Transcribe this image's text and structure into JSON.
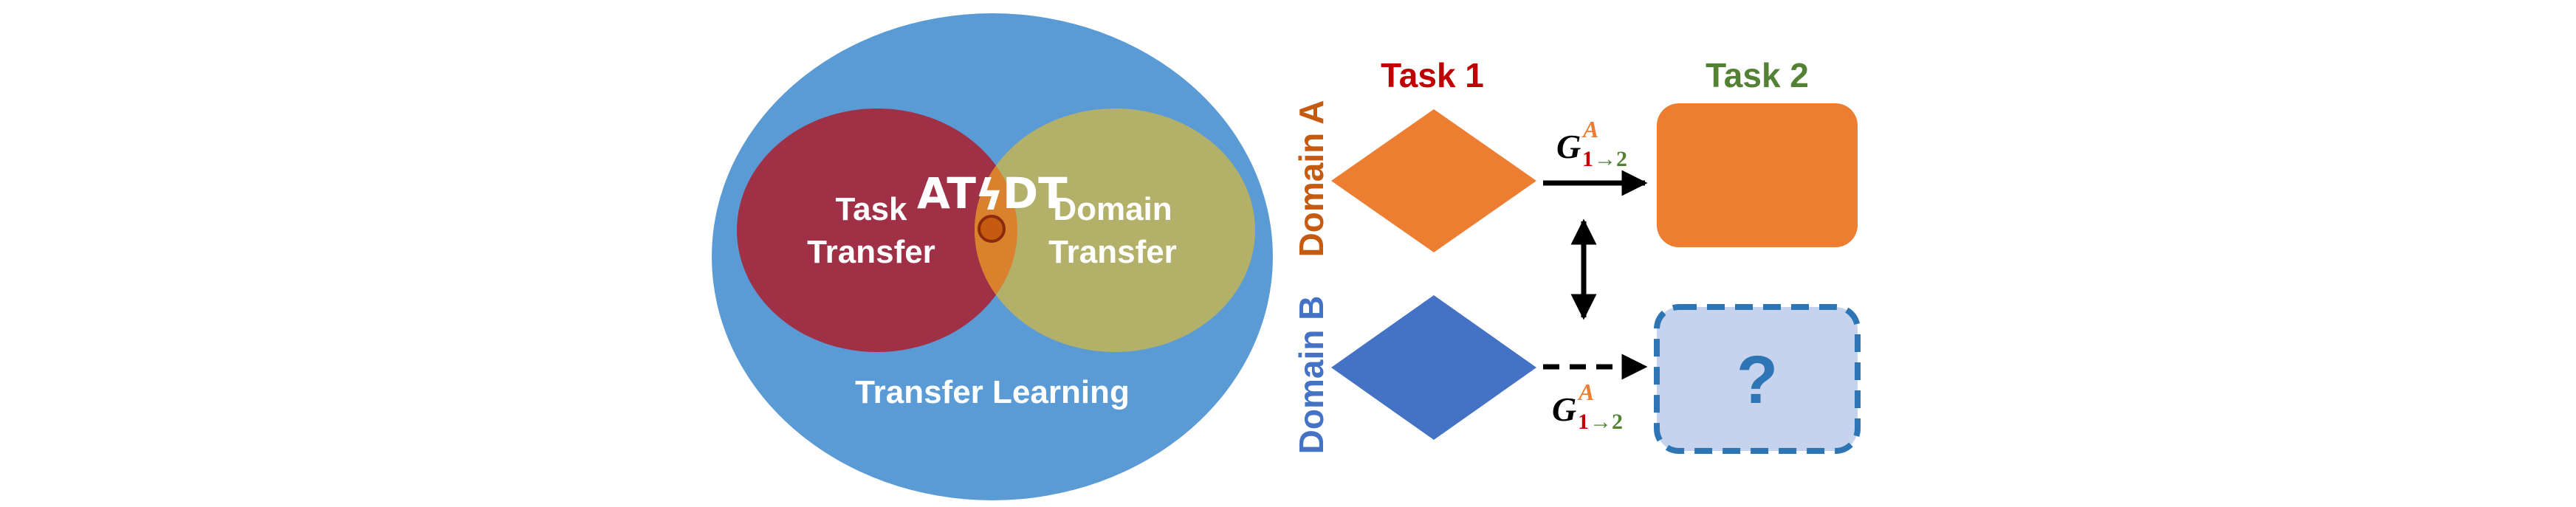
{
  "colors": {
    "outer_circle": "#5a9bd5",
    "task_circle": "#a03045",
    "domain_circle": "#b3b06a",
    "overlap": "#d9812c",
    "orange": "#ed7d31",
    "blue": "#4472c4",
    "task1": "#c00000",
    "task2": "#548235",
    "domain_a": "#c55a11",
    "domain_b": "#4472c4",
    "unknown_fill": "#c5d3ee",
    "unknown_border": "#2e75b6",
    "arrow": "#000000"
  },
  "venn": {
    "outer_label": "Transfer Learning",
    "task_line1": "Task",
    "task_line2": "Transfer",
    "domain_line1": "Domain",
    "domain_line2": "Transfer",
    "logo_left": "AT",
    "logo_right": "DT",
    "logo_bolt": "ϟ"
  },
  "grid": {
    "task1_header": "Task 1",
    "task2_header": "Task 2",
    "domain_a_label": "Domain A",
    "domain_b_label": "Domain B",
    "unknown_mark": "?",
    "generator_top": {
      "main": "G",
      "subscript_from": "1",
      "subscript_arrow": "→2",
      "superscript": "A"
    },
    "generator_bottom": {
      "main": "G",
      "subscript_from": "1",
      "subscript_arrow": "→2",
      "superscript": "A"
    }
  }
}
